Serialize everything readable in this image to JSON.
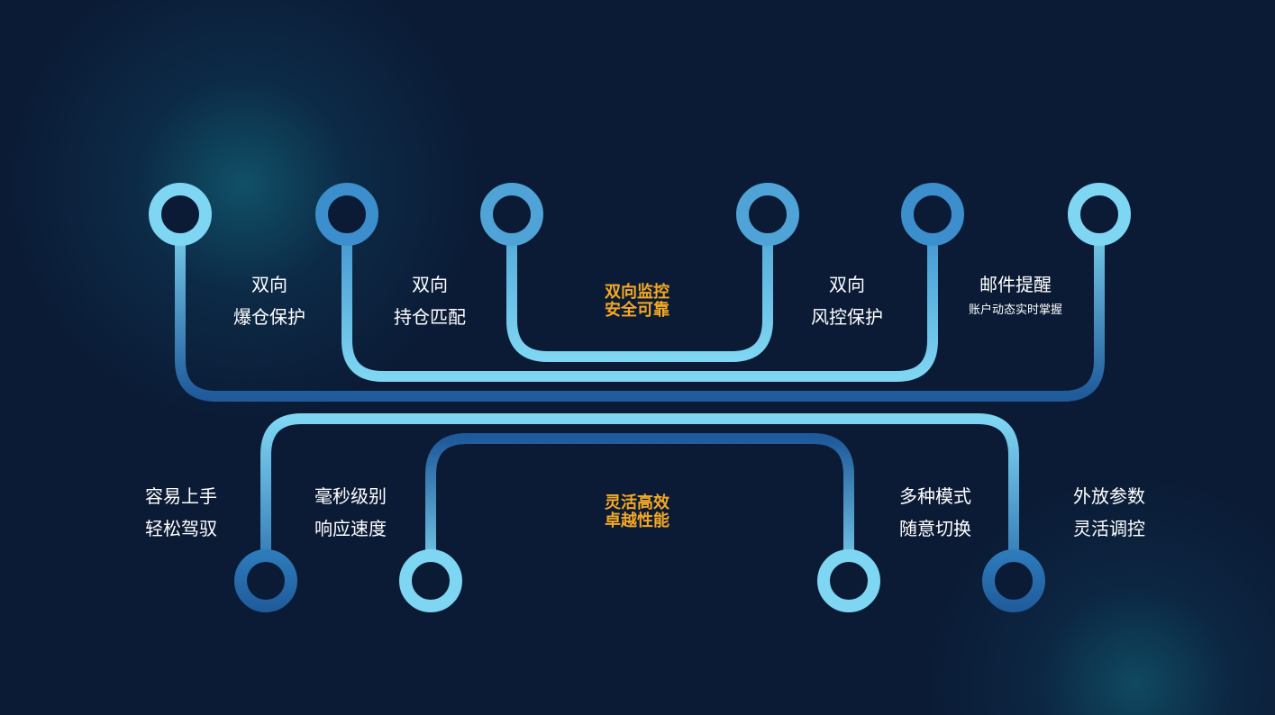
{
  "top_group": {
    "title": [
      "双向监控",
      "安全可靠"
    ],
    "items": [
      {
        "lines": [
          "双向",
          "爆仓保护"
        ]
      },
      {
        "lines": [
          "双向",
          "持仓匹配"
        ]
      },
      {
        "lines": [
          "双向",
          "风控保护"
        ]
      },
      {
        "title": "邮件提醒",
        "subtitle": "账户动态实时掌握"
      }
    ]
  },
  "bottom_group": {
    "title": [
      "灵活高效",
      "卓越性能"
    ],
    "items": [
      {
        "lines": [
          "容易上手",
          "轻松驾驭"
        ]
      },
      {
        "lines": [
          "毫秒级别",
          "响应速度"
        ]
      },
      {
        "lines": [
          "多种模式",
          "随意切换"
        ]
      },
      {
        "lines": [
          "外放参数",
          "灵活调控"
        ]
      }
    ]
  },
  "colors": {
    "background": "#0b1b36",
    "light_blue": "#7fd6f2",
    "mid_blue": "#3c8fcc",
    "dark_blue": "#1f5a9a",
    "node_fill": "#0b1b36",
    "center_title": "#f5a823",
    "label_text": "#ffffff"
  }
}
